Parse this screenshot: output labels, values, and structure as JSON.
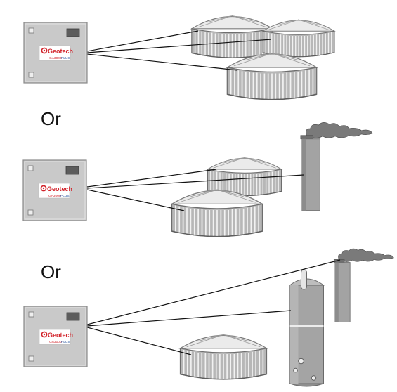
{
  "separators": [
    "Or",
    "Or"
  ],
  "analyzer": {
    "brand": "Geotech",
    "model": "GA3000",
    "model_suffix": "PLUS",
    "brand_color": "#d2232a",
    "body_color": "#c9c9c9"
  },
  "scenarios": [
    {
      "analyzer": "gas-analyzer",
      "targets": [
        "digester-tank",
        "digester-tank",
        "digester-tank"
      ]
    },
    {
      "analyzer": "gas-analyzer",
      "targets": [
        "digester-tank",
        "exhaust-stack",
        "digester-tank"
      ]
    },
    {
      "analyzer": "gas-analyzer",
      "targets": [
        "exhaust-stack",
        "storage-silo",
        "digester-tank"
      ]
    }
  ]
}
